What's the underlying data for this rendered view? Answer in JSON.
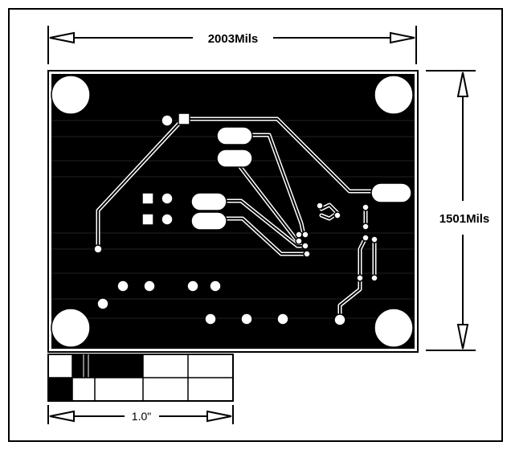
{
  "dimensions": {
    "width_label": "2003Mils",
    "height_label": "1501Mils",
    "scale_label": "1.0\""
  },
  "colors": {
    "board": "#000000",
    "trace": "#ffffff",
    "background": "#ffffff",
    "line": "#000000"
  }
}
